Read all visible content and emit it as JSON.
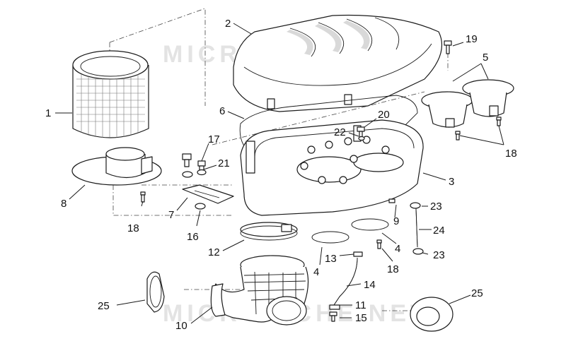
{
  "watermark_text": "MICROFICHE.NET",
  "labels": [
    "1",
    "2",
    "3",
    "4",
    "4",
    "5",
    "6",
    "7",
    "8",
    "9",
    "10",
    "11",
    "12",
    "13",
    "14",
    "15",
    "16",
    "17",
    "18",
    "18",
    "18",
    "19",
    "20",
    "21",
    "22",
    "23",
    "23",
    "24",
    "25",
    "25"
  ]
}
